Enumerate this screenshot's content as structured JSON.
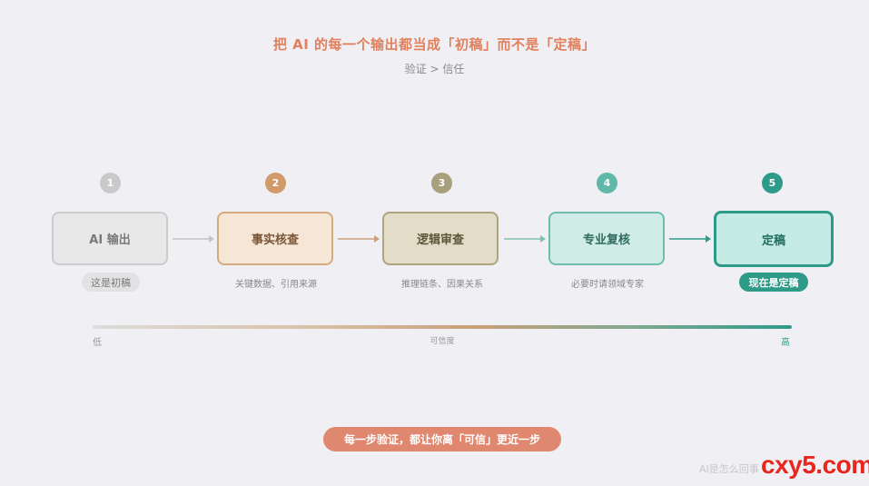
{
  "header": {
    "title": "把 AI 的每一个输出都当成「初稿」而不是「定稿」",
    "subtitle": "验证 > 信任"
  },
  "steps": [
    {
      "number": "1",
      "label": "AI 输出",
      "desc": "这是初稿"
    },
    {
      "number": "2",
      "label": "事实核查",
      "desc": "关键数据、引用来源"
    },
    {
      "number": "3",
      "label": "逻辑审查",
      "desc": "推理链条、因果关系"
    },
    {
      "number": "4",
      "label": "专业复核",
      "desc": "必要时请领域专家"
    },
    {
      "number": "5",
      "label": "定稿",
      "desc": "现在是定稿"
    }
  ],
  "scale": {
    "low": "低",
    "middle": "可信度",
    "high": "高"
  },
  "footer": {
    "message": "每一步验证，都让你离「可信」更近一步"
  },
  "watermark": {
    "small_text": "AI是怎么回事",
    "brand": "cxy5.com"
  },
  "colors": {
    "title": "#e0805e",
    "step1": "#c9c9c9",
    "step2": "#d09a6a",
    "step3": "#a89f7c",
    "step4": "#5fb8a8",
    "step5": "#2e9b88",
    "footer_bg": "#e0876f",
    "watermark": "#e8261e"
  }
}
